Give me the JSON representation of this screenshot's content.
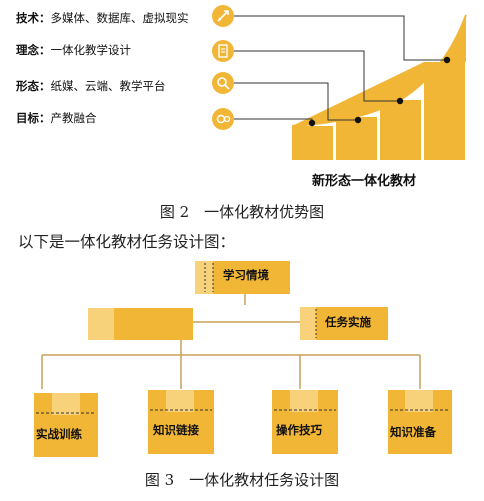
{
  "figure2": {
    "rows": [
      {
        "key": "技术：",
        "value": "多媒体、数据库、虚拟现实",
        "icon": "rocket-icon"
      },
      {
        "key": "理念：",
        "value": "一体化教学设计",
        "icon": "document-icon"
      },
      {
        "key": "形态：",
        "value": "纸媒、云端、教学平台",
        "icon": "search-icon"
      },
      {
        "key": "目标：",
        "value": "产教融合",
        "icon": "gears-icon"
      }
    ],
    "bar_label": "新形态一体化教材",
    "caption": "图 2　一体化教材优势图"
  },
  "intro": "以下是一体化教材任务设计图：",
  "figure3": {
    "top_box": "学习情境",
    "right_box": "任务实施",
    "bottom_boxes": [
      "实战训练",
      "知识链接",
      "操作技巧",
      "知识准备"
    ],
    "caption": "图 3　一体化教材任务设计图"
  },
  "colors": {
    "accent": "#F2B636",
    "accent_light": "#F8D27A",
    "line": "#333333",
    "connector": "#C9A15A"
  }
}
